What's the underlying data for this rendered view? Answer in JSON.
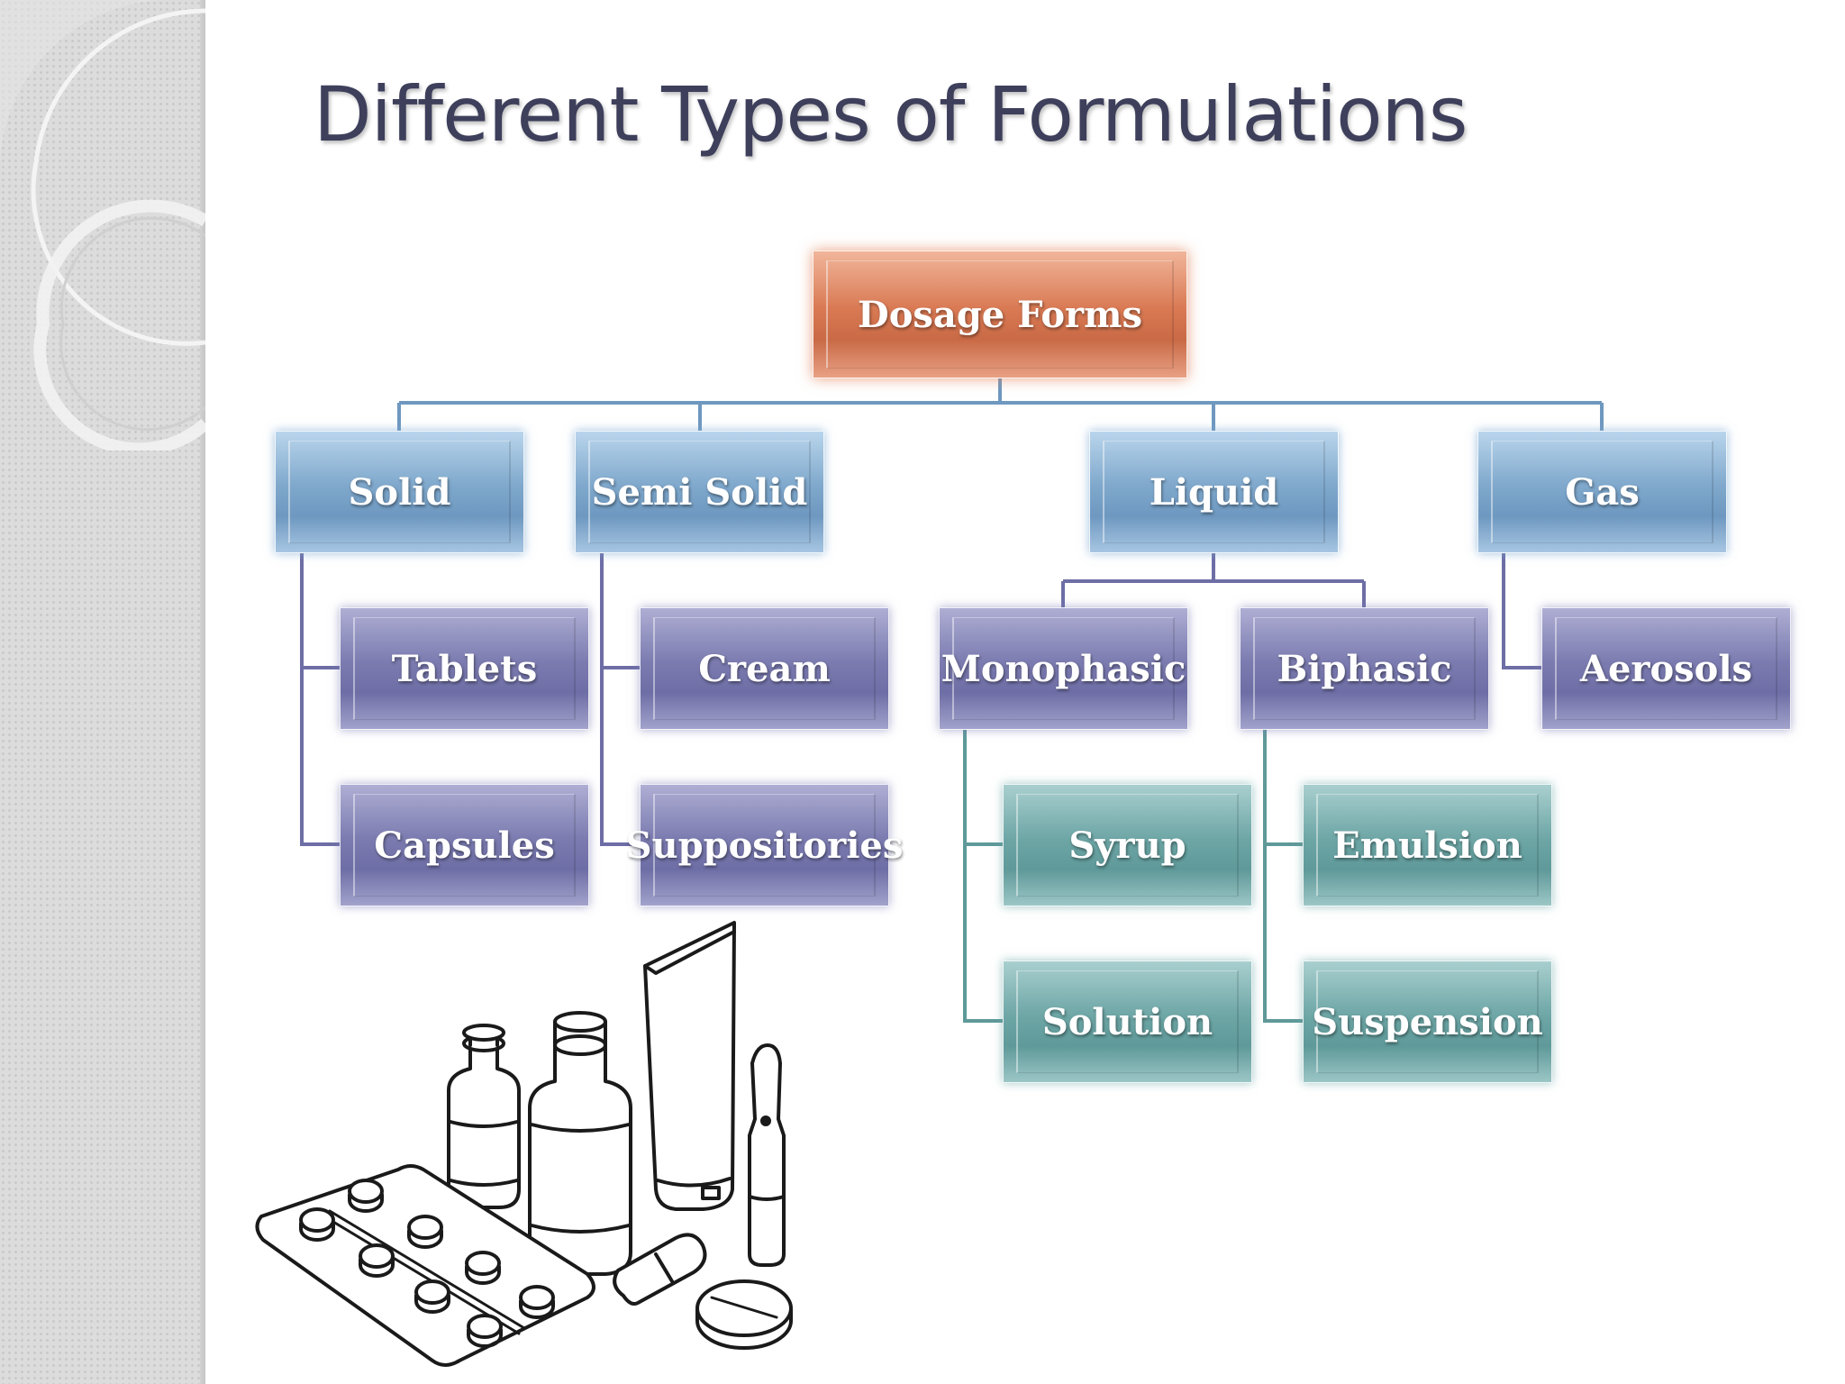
{
  "slide": {
    "title": "Different Types of Formulations"
  },
  "diagram": {
    "root": "Dosage Forms",
    "categories": {
      "solid": {
        "label": "Solid",
        "children": [
          "Tablets",
          "Capsules"
        ]
      },
      "semi_solid": {
        "label": "Semi Solid",
        "children": [
          "Cream",
          "Suppositories"
        ]
      },
      "liquid": {
        "label": "Liquid",
        "children": {
          "monophasic": {
            "label": "Monophasic",
            "children": [
              "Syrup",
              "Solution"
            ]
          },
          "biphasic": {
            "label": "Biphasic",
            "children": [
              "Emulsion",
              "Suspension"
            ]
          }
        }
      },
      "gas": {
        "label": "Gas",
        "children": [
          "Aerosols"
        ]
      }
    }
  },
  "colors": {
    "root": "#d97a54",
    "level1": "#7fa8cc",
    "level2": "#7b7bb0",
    "level3": "#6ea6a6",
    "title": "#3d3f5b"
  },
  "icons": [
    "vial-icon",
    "pill-bottle-icon",
    "ointment-tube-icon",
    "ampoule-icon",
    "blister-pack-icon",
    "capsule-icon",
    "tablet-icon"
  ]
}
